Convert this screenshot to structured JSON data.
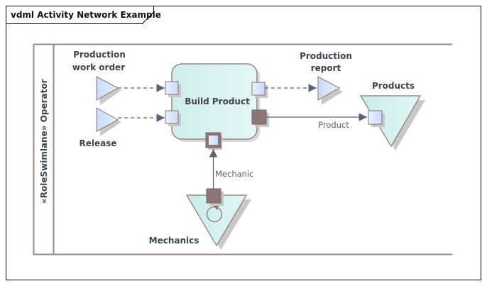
{
  "diagram": {
    "title": "vdml Activity Network Example",
    "swimlane": {
      "label": "«RoleSwimlane» Operator"
    },
    "activity": {
      "label": "Build Product"
    },
    "inputs": [
      {
        "label_line1": "Production",
        "label_line2": "work order"
      },
      {
        "label_line1": "Release",
        "label_line2": ""
      }
    ],
    "output": {
      "label_line1": "Production",
      "label_line2": "report"
    },
    "stores": {
      "products": {
        "label": "Products"
      },
      "mechanics": {
        "label": "Mechanics"
      }
    },
    "flows": {
      "product": {
        "label": "Product"
      },
      "mechanic": {
        "label": "Mechanic"
      }
    },
    "colors": {
      "frame": "#000000",
      "border": "#8a7474",
      "activity_fill": "#d6f0f0",
      "port_fill": "#d4e4fb",
      "port_dark": "#8f7676",
      "arrow": "#5a6478",
      "store_fill": "#d2eeee"
    }
  }
}
